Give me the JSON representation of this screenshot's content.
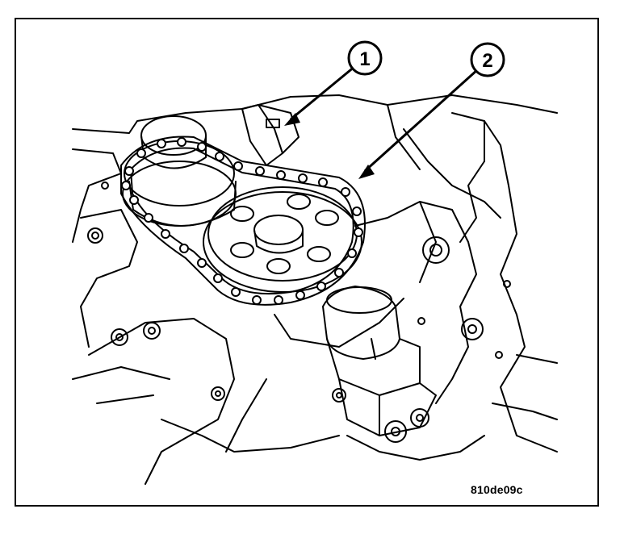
{
  "figure": {
    "code": "810de09c",
    "callouts": [
      {
        "label": "1",
        "target": "timing-chain-guide"
      },
      {
        "label": "2",
        "target": "timing-chain"
      }
    ],
    "colors": {
      "ink": "#000000",
      "paper": "#ffffff"
    }
  }
}
